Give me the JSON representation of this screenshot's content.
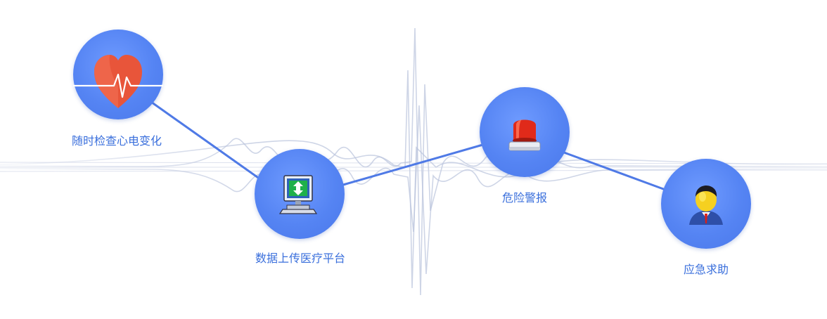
{
  "steps": [
    {
      "label": "随时检查心电变化",
      "icon": "heart-ecg-icon"
    },
    {
      "label": "数据上传医疗平台",
      "icon": "monitor-transfer-icon"
    },
    {
      "label": "危险警报",
      "icon": "alarm-siren-icon"
    },
    {
      "label": "应急求助",
      "icon": "person-helper-icon"
    }
  ],
  "colors": {
    "node": "#5584f3",
    "connector": "#4f7ae6",
    "label": "#3a6fdc",
    "heart": "#e8553a",
    "siren": "#e02a1a",
    "monitor": "#1fb04a"
  }
}
